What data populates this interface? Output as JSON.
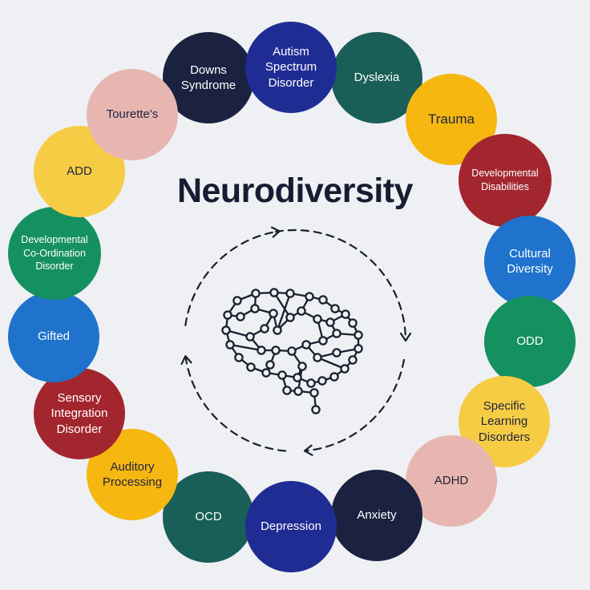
{
  "title": "Neurodiversity",
  "colors": {
    "background": "#eef0f3",
    "navy": "#1b2240",
    "royal_blue": "#1f2c93",
    "teal": "#1a5e58",
    "yellow": "#f6b711",
    "crimson": "#a3262f",
    "blue": "#1f73cc",
    "green": "#159061",
    "light_yellow": "#f7cc45",
    "pink": "#e8b6b1",
    "ink": "#161d33"
  },
  "icons": {
    "center": "brain-circuit-icon",
    "arrows": "circular-arrows-icon"
  },
  "bubbles": [
    {
      "id": "downs-syndrome",
      "label": "Downs\nSyndrome",
      "color": "navy"
    },
    {
      "id": "autism-spectrum-disorder",
      "label": "Autism\nSpectrum\nDisorder",
      "color": "royal_blue"
    },
    {
      "id": "dyslexia",
      "label": "Dyslexia",
      "color": "teal"
    },
    {
      "id": "trauma",
      "label": "Trauma",
      "color": "yellow"
    },
    {
      "id": "developmental-disabilities",
      "label": "Developmental\nDisabilities",
      "color": "crimson"
    },
    {
      "id": "cultural-diversity",
      "label": "Cultural\nDiversity",
      "color": "blue"
    },
    {
      "id": "odd",
      "label": "ODD",
      "color": "green"
    },
    {
      "id": "specific-learning-disorders",
      "label": "Specific\nLearning\nDisorders",
      "color": "light_yellow"
    },
    {
      "id": "adhd",
      "label": "ADHD",
      "color": "pink"
    },
    {
      "id": "anxiety",
      "label": "Anxiety",
      "color": "navy"
    },
    {
      "id": "depression",
      "label": "Depression",
      "color": "royal_blue"
    },
    {
      "id": "ocd",
      "label": "OCD",
      "color": "teal"
    },
    {
      "id": "auditory-processing",
      "label": "Auditory\nProcessing",
      "color": "yellow"
    },
    {
      "id": "sensory-integration-disorder",
      "label": "Sensory\nIntegration\nDisorder",
      "color": "crimson"
    },
    {
      "id": "gifted",
      "label": "Gifted",
      "color": "blue"
    },
    {
      "id": "developmental-co-ordination-disorder",
      "label": "Developmental\nCo-Ordination\nDisorder",
      "color": "green"
    },
    {
      "id": "add",
      "label": "ADD",
      "color": "light_yellow"
    },
    {
      "id": "tourettes",
      "label": "Tourette's",
      "color": "pink"
    }
  ]
}
